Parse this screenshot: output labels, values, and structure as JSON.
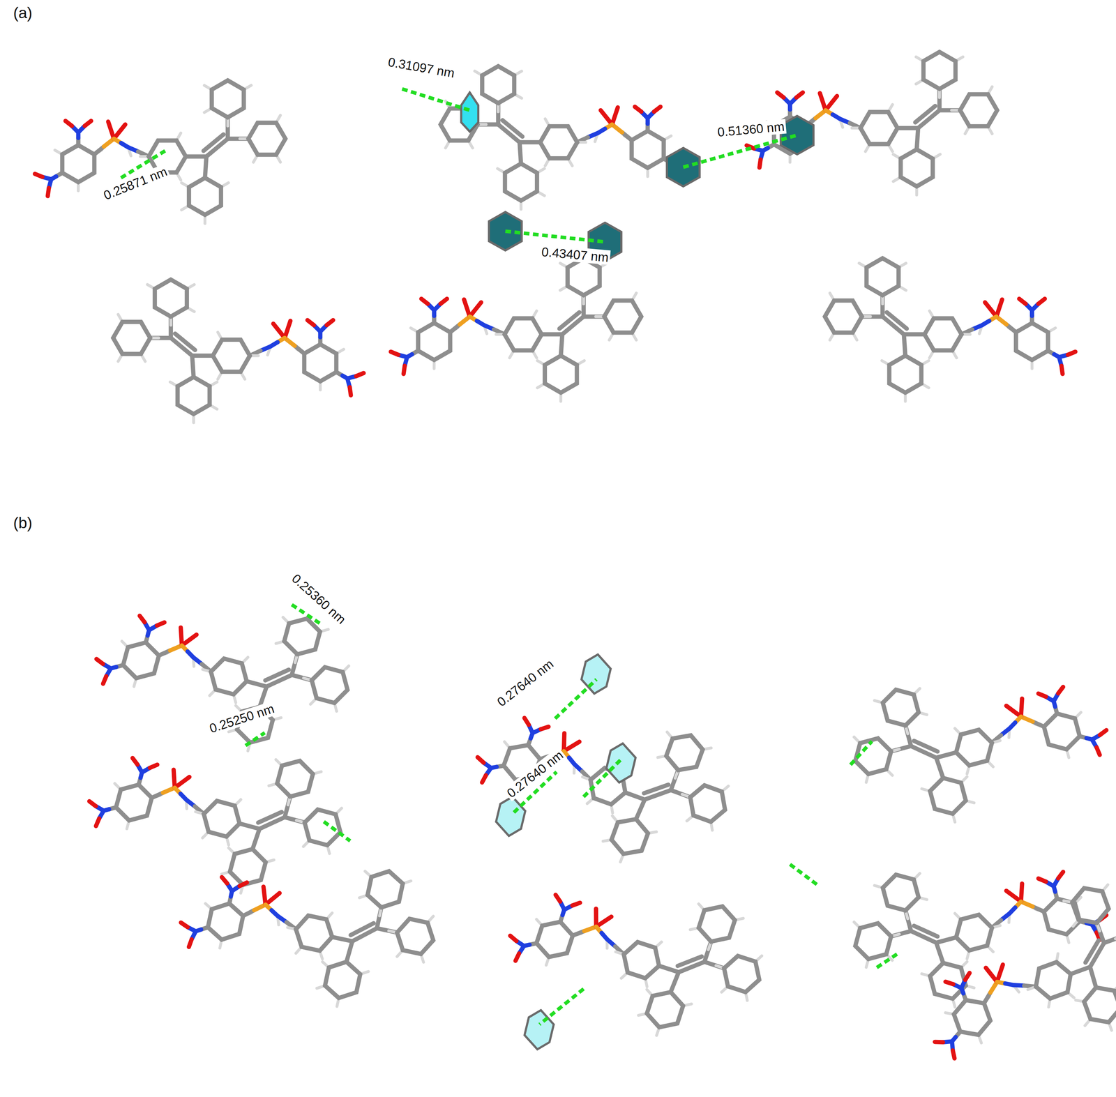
{
  "diagram": {
    "labels": [
      "(a)",
      "0.31097 nm",
      "0.51360 nm",
      "0.25871 nm",
      "0.43407 nm",
      "(b)",
      "0.25360 nm",
      "0.25250 nm",
      "0.27640 nm",
      "0.27640 nm"
    ]
  }
}
